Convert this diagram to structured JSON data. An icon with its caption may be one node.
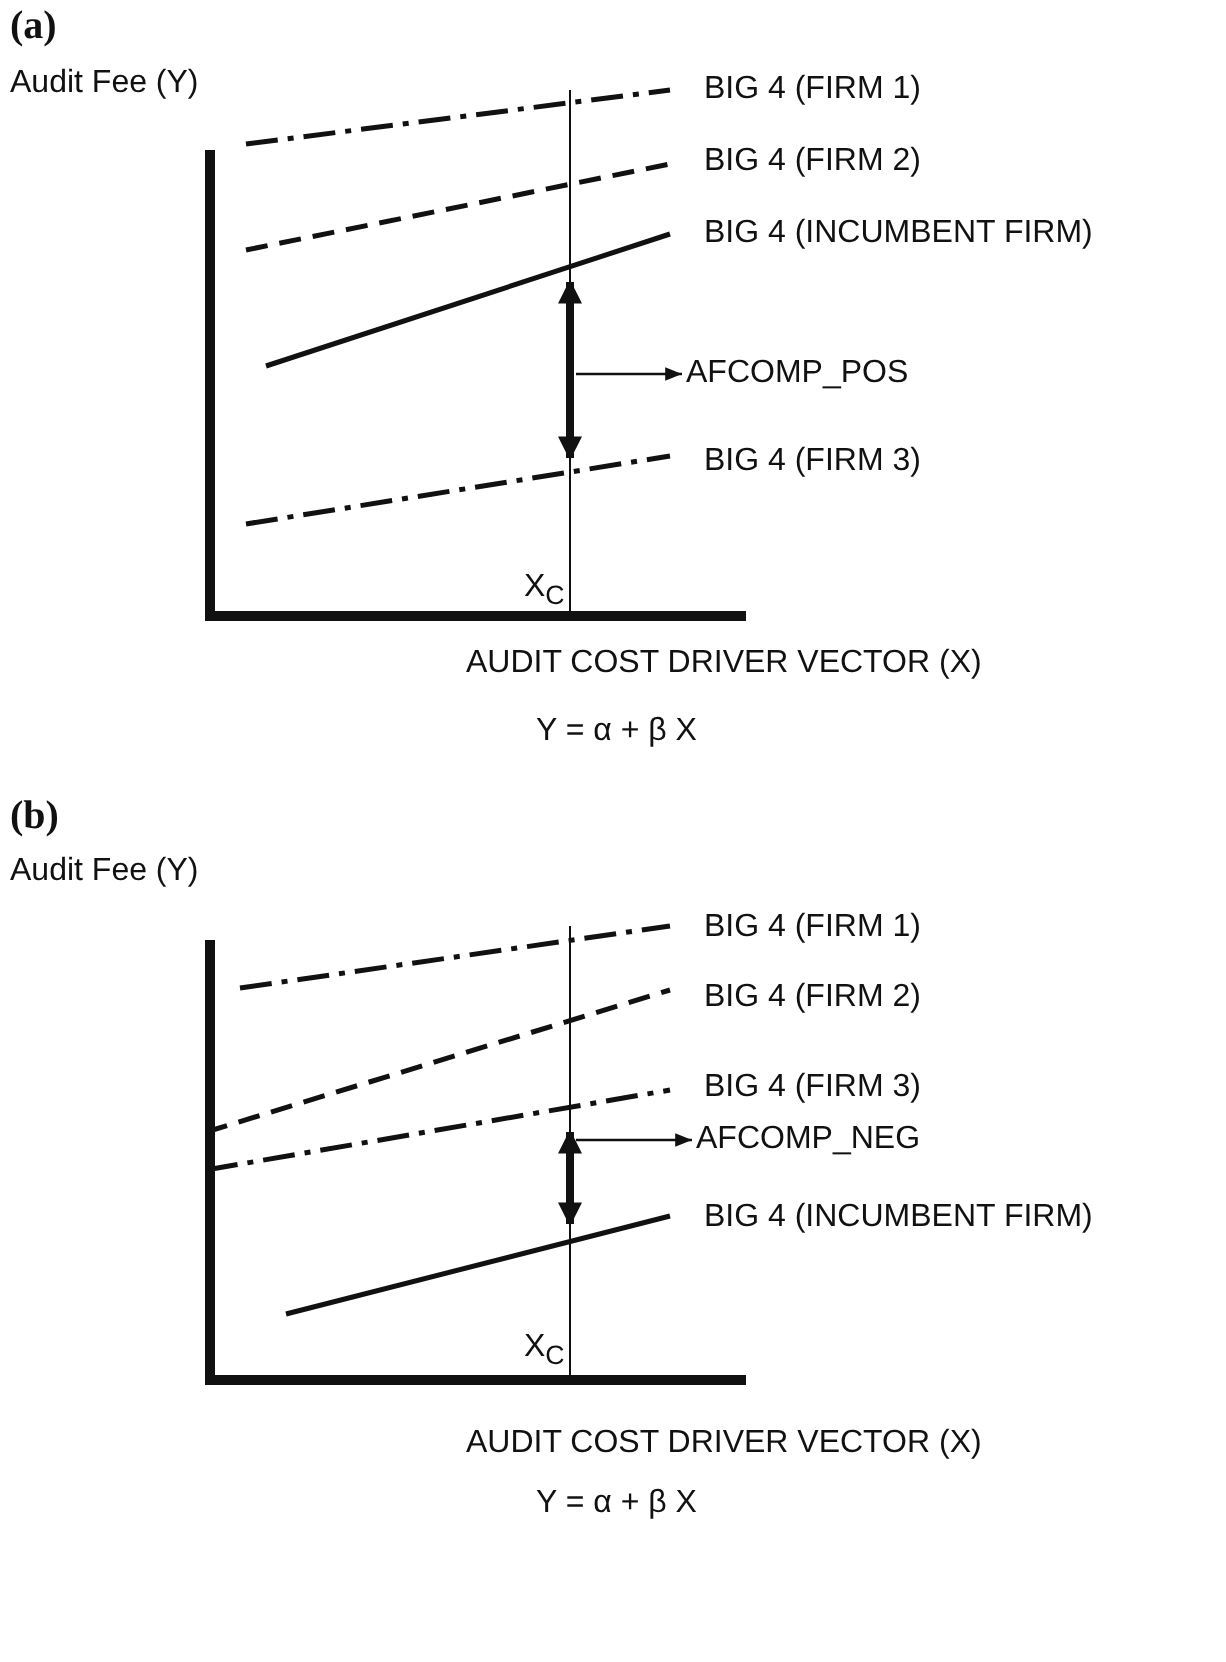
{
  "diagram": {
    "nodes": [
      {
        "text": [
          "AFCOMP_POS"
        ]
      },
      {
        "text": [
          "AFCOMP_NEG"
        ]
      }
    ],
    "edges": [
      {
        "from": null,
        "to": 0,
        "arrow": "to"
      },
      {
        "from": null,
        "to": 1,
        "arrow": "to"
      }
    ],
    "labels": [
      "(a)",
      "Audit Fee (Y)",
      "BIG 4 (FIRM 1)",
      "BIG 4 (FIRM 2)",
      "BIG 4 (INCUMBENT FIRM)",
      "BIG 4 (FIRM 3)",
      "X$_{C}$",
      "AUDIT COST DRIVER VECTOR (X)",
      "Y = α + β X",
      "(b)",
      "Audit Fee (Y)",
      "BIG 4 (FIRM 1)",
      "BIG 4 (FIRM 2)",
      "BIG 4 (FIRM 3)",
      "BIG 4 (INCUMBENT FIRM)",
      "X$_{C}$",
      "AUDIT COST DRIVER VECTOR (X)",
      "Y = α + β X"
    ]
  }
}
